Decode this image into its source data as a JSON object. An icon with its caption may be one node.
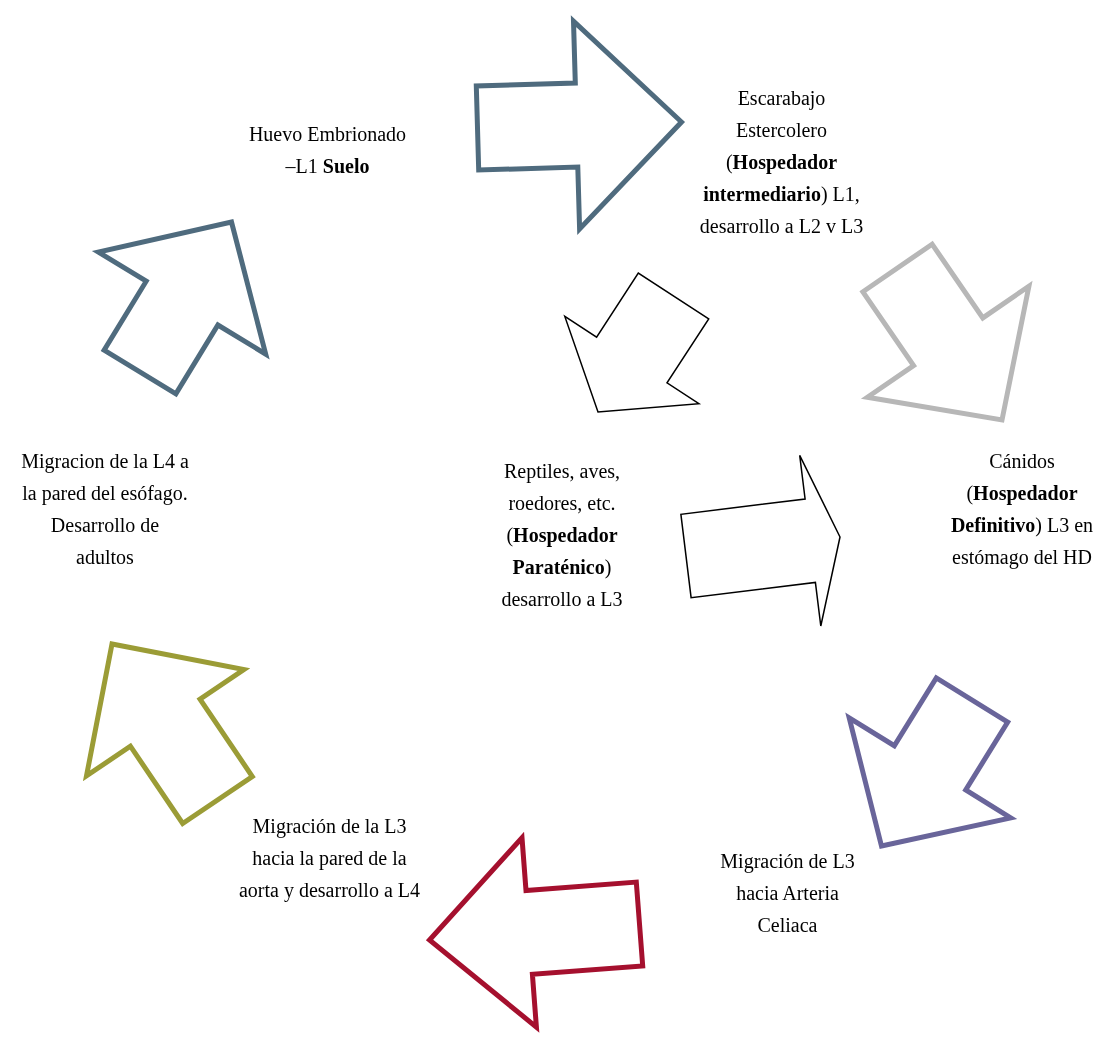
{
  "diagram": {
    "nodes": [
      {
        "text": [
          "Huevo Embrionado –L1 **Suelo**"
        ]
      },
      {
        "text": [
          "Escarabajo Estercolero (**Hospedador intermediario**) L1, desarrollo a L2 v L3"
        ]
      },
      {
        "text": [
          "Cánidos (**Hospedador Definitivo**) L3 en estómago del HD"
        ]
      },
      {
        "text": [
          "Migración de L3 hacia Arteria Celiaca"
        ]
      },
      {
        "text": [
          "Migración de la L3 hacia la pared de la aorta y desarrollo a L4"
        ]
      },
      {
        "text": [
          "Migracion de la L4 a la pared del esófago. Desarrollo de adultos"
        ]
      },
      {
        "text": [
          "Reptiles, aves, roedores, etc. (**Hospedador Paraténico**) desarrollo a L3"
        ]
      }
    ],
    "edges": [
      {
        "from": 0,
        "to": 1,
        "arrow": "to",
        "style": "thick",
        "color": "#4f6b7e"
      },
      {
        "from": 1,
        "to": 2,
        "arrow": "to",
        "style": "thick",
        "color": "#b7b7b7"
      },
      {
        "from": 2,
        "to": 3,
        "arrow": "to",
        "style": "thick",
        "color": "#69659a"
      },
      {
        "from": 3,
        "to": 4,
        "arrow": "to",
        "style": "thick",
        "color": "#a5102e"
      },
      {
        "from": 4,
        "to": 5,
        "arrow": "to",
        "style": "thick",
        "color": "#9b9c36"
      },
      {
        "from": 5,
        "to": 0,
        "arrow": "to",
        "style": "thick",
        "color": "#4f6b7e"
      },
      {
        "from": 1,
        "to": 6,
        "arrow": "to",
        "color": "#000000"
      },
      {
        "from": 6,
        "to": 2,
        "arrow": "to",
        "color": "#000000"
      }
    ]
  }
}
